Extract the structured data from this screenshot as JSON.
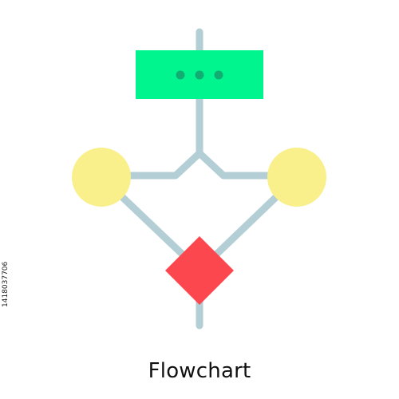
{
  "caption": "Flowchart",
  "stock_id": "1418037706",
  "colors": {
    "connector": "#b3cfd5",
    "process_box": "#00f58f",
    "process_dots": "#12ad73",
    "decision_nodes": "#f9f08b",
    "decision_diamond": "#fb474d",
    "caption_text": "#111111"
  },
  "icon": {
    "name": "flowchart-icon",
    "parts": [
      "process-box",
      "branch-connectors",
      "left-node",
      "right-node",
      "decision-diamond"
    ]
  }
}
